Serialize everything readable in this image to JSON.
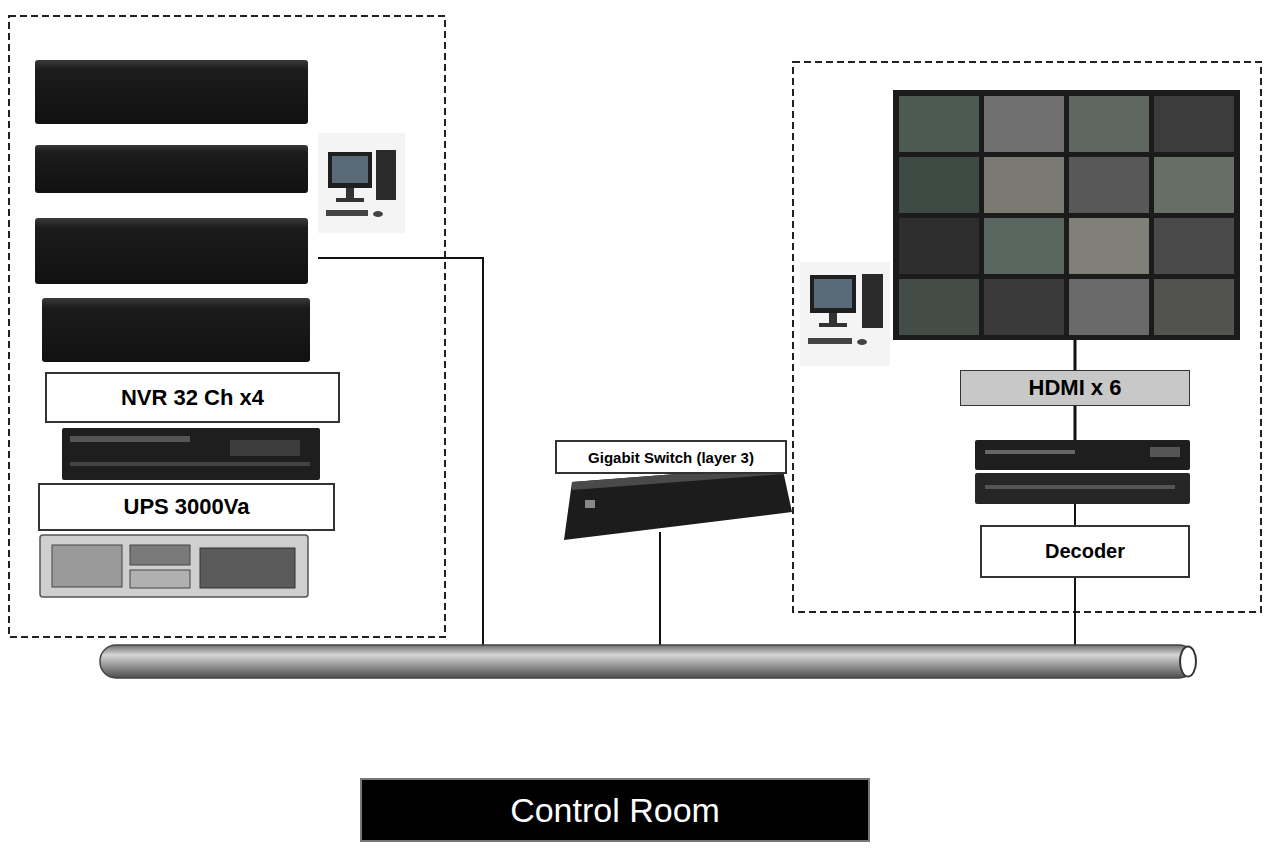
{
  "diagram": {
    "nodes": [
      {
        "text": [
          "NVR 32 Ch x4"
        ]
      },
      {
        "text": [
          "UPS 3000Va"
        ]
      },
      {
        "text": [
          "Gigabit Switch (layer 3)"
        ]
      },
      {
        "text": [
          "HDMI x 6"
        ]
      },
      {
        "text": [
          "Decoder"
        ]
      },
      {
        "text": [
          "Control Room"
        ]
      }
    ]
  }
}
